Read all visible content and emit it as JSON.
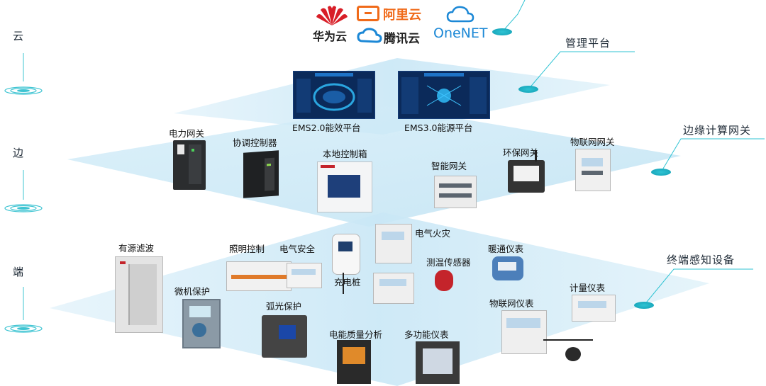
{
  "tiers": {
    "cloud": "云",
    "edge": "边",
    "terminal": "端"
  },
  "callouts": {
    "management": "管理平台",
    "edge_gateway": "边缘计算网关",
    "terminal_devices": "终端感知设备"
  },
  "cloud_logos": {
    "huawei": "华为云",
    "aliyun": "阿里云",
    "tencent": "腾讯云",
    "onenet": "OneNET"
  },
  "platforms": {
    "ems2": "EMS2.0能效平台",
    "ems3": "EMS3.0能源平台"
  },
  "edge_devices": {
    "power_gateway": "电力网关",
    "coord_controller": "协调控制器",
    "local_box": "本地控制箱",
    "smart_gateway": "智能网关",
    "env_gateway": "环保网关",
    "iot_gateway": "物联网网关"
  },
  "terminal_devices": {
    "active_filter": "有源滤波",
    "lighting": "照明控制",
    "electrical_safety": "电气安全",
    "electric_fire": "电气火灾",
    "charging_pile": "充电桩",
    "temp_sensor": "测温传感器",
    "hvac_meter": "暖通仪表",
    "micro_protection": "微机保护",
    "arc_protection": "弧光保护",
    "iot_meter": "物联网仪表",
    "metering_meter": "计量仪表",
    "power_quality": "电能质量分析",
    "multi_meter": "多功能仪表"
  },
  "colors": {
    "layer_fill": "#cfe9f6",
    "accent": "#24b6c8",
    "screen": "#0b2a5a"
  }
}
